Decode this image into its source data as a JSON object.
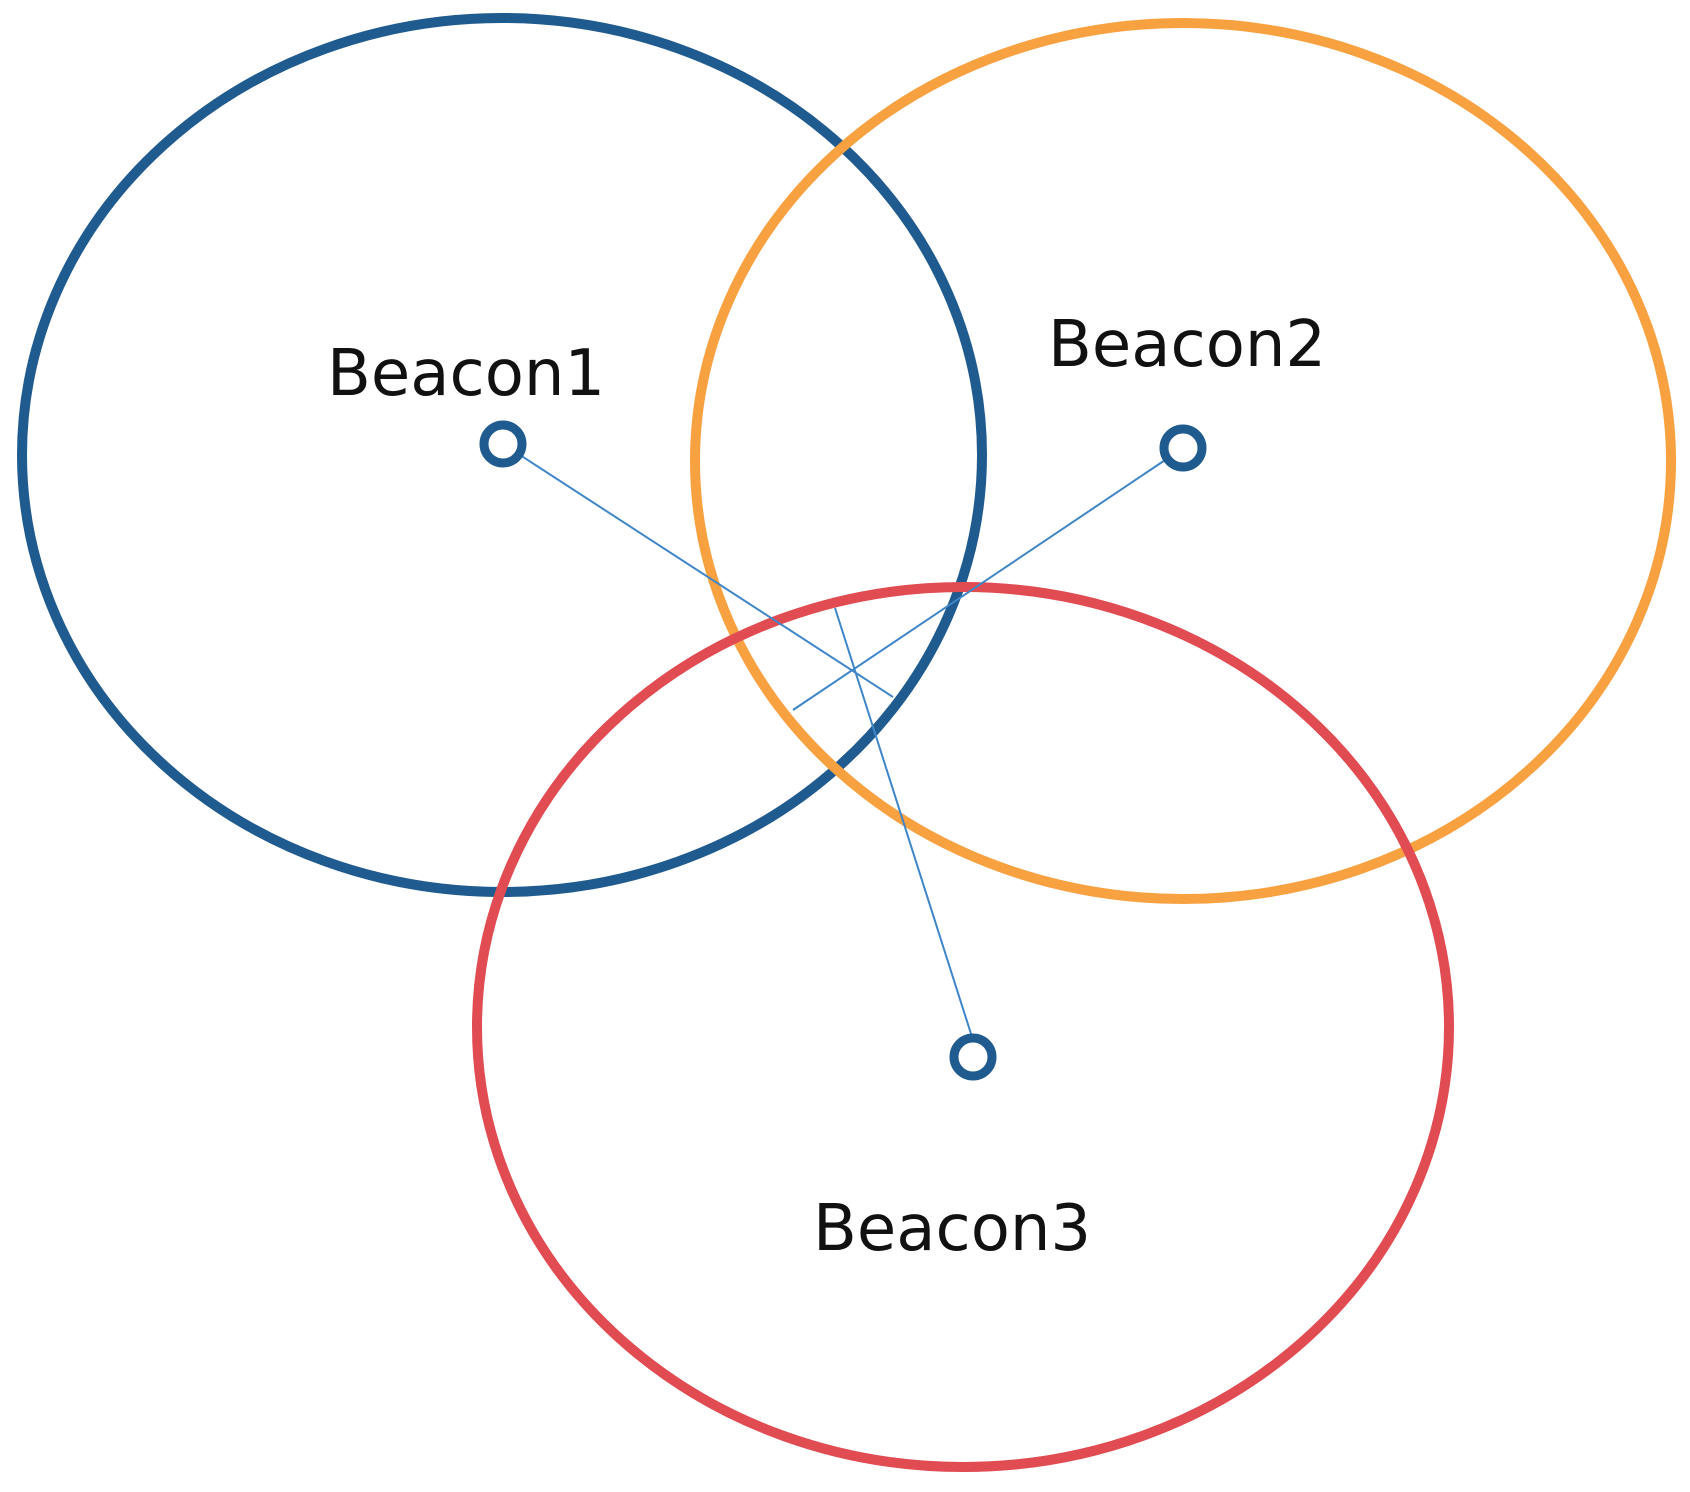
{
  "diagram": {
    "beacons": [
      {
        "label": "Beacon1",
        "color": "#1f5b8e"
      },
      {
        "label": "Beacon2",
        "color": "#f8a141"
      },
      {
        "label": "Beacon3",
        "color": "#e04c52"
      }
    ],
    "marker_color": "#1f5b8e",
    "connector_color": "#3f86c8"
  }
}
